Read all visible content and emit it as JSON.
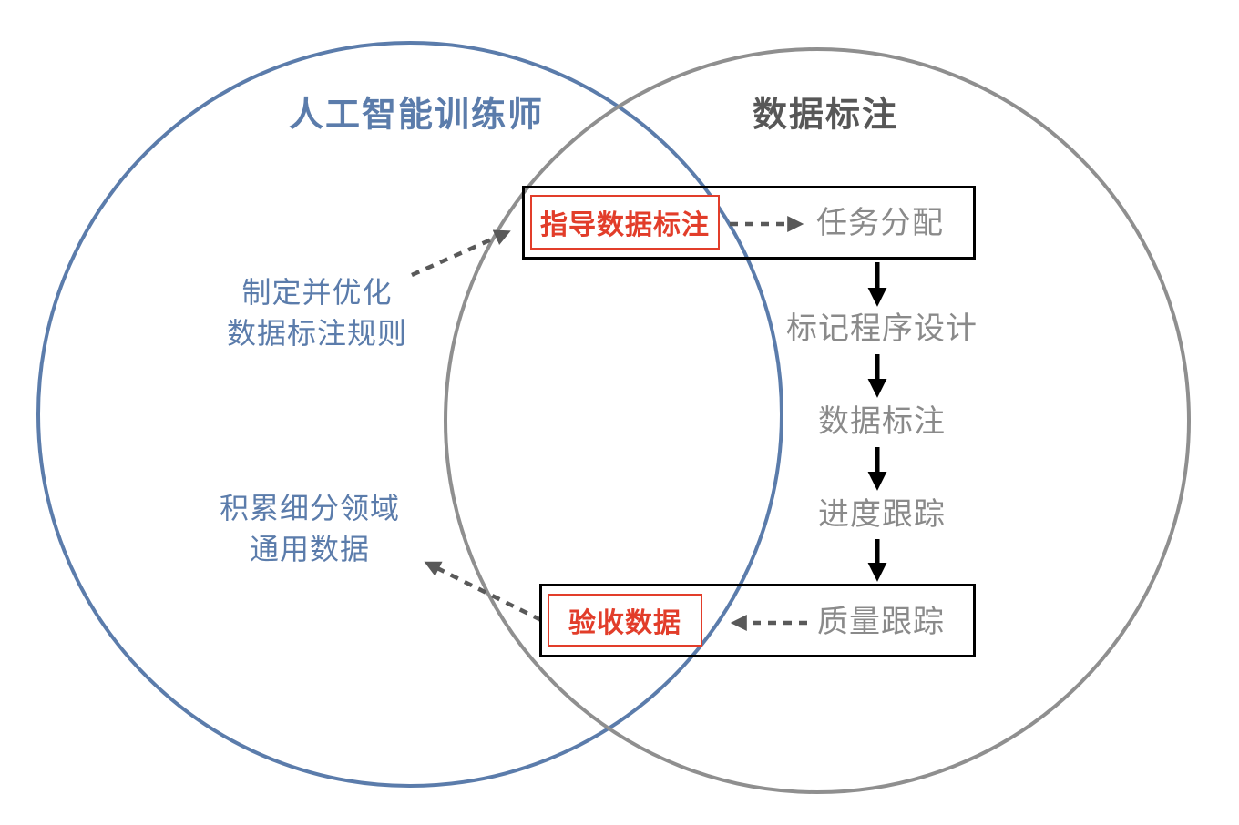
{
  "venn": {
    "left_circle_label": "人工智能训练师",
    "right_circle_label": "数据标注"
  },
  "left_notes": {
    "optimize_rules_line1": "制定并优化",
    "optimize_rules_line2": "数据标注规则",
    "accumulate_data_line1": "积累细分领域",
    "accumulate_data_line2": "通用数据"
  },
  "overlap_boxes": {
    "guide_annotation_label": "指导数据标注",
    "accept_data_label": "验收数据"
  },
  "flow": {
    "steps": [
      "任务分配",
      "标记程序设计",
      "数据标注",
      "进度跟踪",
      "质量跟踪"
    ]
  },
  "colors": {
    "blue": "#5b7cab",
    "gray_circle": "#8f8f8f",
    "title_gray": "#575757",
    "step_gray": "#8a8a8a",
    "accent_red": "#e23d2a",
    "box_black": "#000000",
    "dash_gray": "#595959"
  }
}
